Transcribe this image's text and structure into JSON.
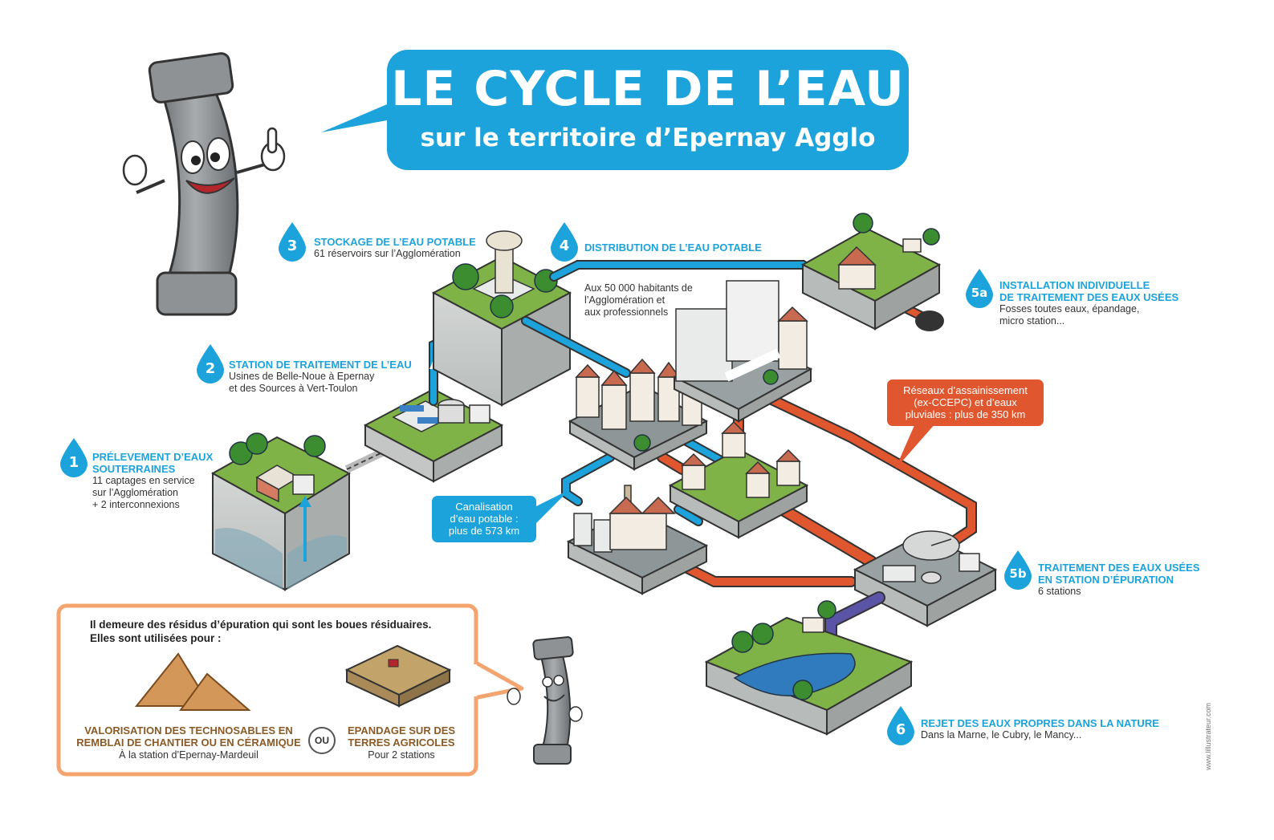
{
  "title": {
    "main": "LE CYCLE DE L’EAU",
    "sub": "sur le territoire d’Epernay Agglo"
  },
  "colors": {
    "blue": "#1da3dc",
    "red": "#e0572f",
    "orange_border": "#f4a46f",
    "brown_text": "#8b5a26",
    "purple_pipe": "#5b53a6",
    "grass": "#7fb347",
    "soil": "#c8cbc9"
  },
  "steps": [
    {
      "id": "step-1",
      "number": "1",
      "title_lines": [
        "PRÉLEVEMENT D’EAUX",
        "SOUTERRAINES"
      ],
      "desc_lines": [
        "11 captages en service",
        "sur l’Agglomération",
        "+ 2 interconnexions"
      ]
    },
    {
      "id": "step-2",
      "number": "2",
      "title_lines": [
        "STATION DE TRAITEMENT DE L’EAU"
      ],
      "desc_lines": [
        "Usines de Belle-Noue à Epernay",
        "et des Sources à Vert-Toulon"
      ]
    },
    {
      "id": "step-3",
      "number": "3",
      "title_lines": [
        "STOCKAGE DE L’EAU POTABLE"
      ],
      "desc_lines": [
        "61 réservoirs sur l’Agglomération"
      ]
    },
    {
      "id": "step-4",
      "number": "4",
      "title_lines": [
        "DISTRIBUTION DE L’EAU POTABLE"
      ],
      "desc_lines": []
    },
    {
      "id": "step-5a",
      "number": "5a",
      "title_lines": [
        "INSTALLATION INDIVIDUELLE",
        "DE TRAITEMENT DES EAUX USÉES"
      ],
      "desc_lines": [
        "Fosses toutes eaux, épandage,",
        "micro station..."
      ]
    },
    {
      "id": "step-5b",
      "number": "5b",
      "title_lines": [
        "TRAITEMENT DES EAUX USÉES",
        "EN STATION D’ÉPURATION"
      ],
      "desc_lines": [
        "6 stations"
      ]
    },
    {
      "id": "step-6",
      "number": "6",
      "title_lines": [
        "REJET DES EAUX PROPRES DANS LA NATURE"
      ],
      "desc_lines": [
        "Dans la Marne, le Cubry, le Mancy..."
      ]
    }
  ],
  "notes": {
    "distribution": [
      "Aux 50 000 habitants de",
      "l’Agglomération et",
      "aux professionnels"
    ]
  },
  "callouts": {
    "canalisation": [
      "Canalisation",
      "d’eau potable :",
      "plus de 573 km"
    ],
    "reseaux": [
      "Réseaux d’assainissement",
      "(ex-CCEPC) et d’eaux",
      "pluviales : plus de 350 km"
    ]
  },
  "boues_box": {
    "heading_lines": [
      "Il demeure des résidus d’épuration qui sont les boues résiduaires.",
      "Elles sont utilisées pour :"
    ],
    "option_a": {
      "title_lines": [
        "VALORISATION DES TECHNOSABLES EN",
        "REMBLAI DE CHANTIER OU EN CÉRAMIQUE"
      ],
      "desc": "À la station d’Epernay-Mardeuil"
    },
    "separator": "OU",
    "option_b": {
      "title_lines": [
        "EPANDAGE SUR DES",
        "TERRES AGRICOLES"
      ],
      "desc": "Pour 2 stations"
    }
  },
  "credit": "www.lillustrateur.com"
}
